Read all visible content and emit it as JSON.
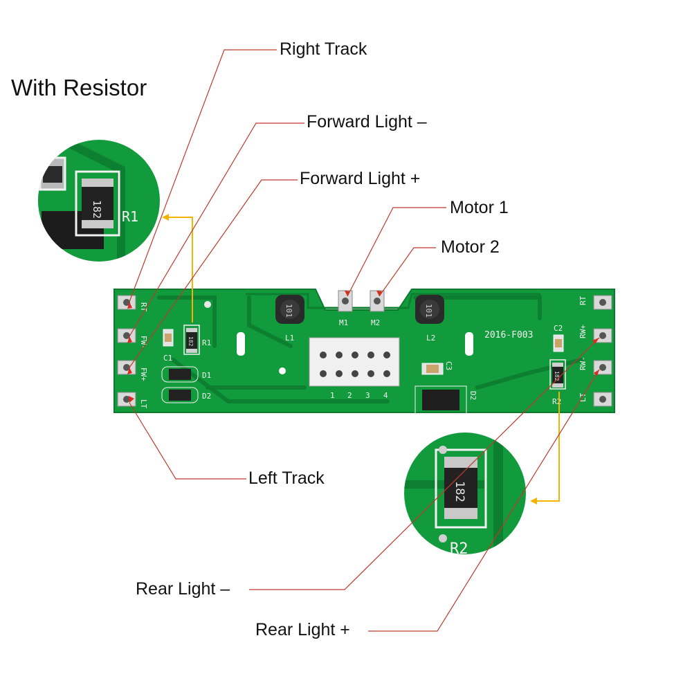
{
  "title": "With Resistor",
  "labels": {
    "right_track": "Right Track",
    "forward_light_minus": "Forward Light –",
    "forward_light_plus": "Forward Light +",
    "motor_1": "Motor 1",
    "motor_2": "Motor 2",
    "left_track": "Left Track",
    "rear_light_minus": "Rear Light –",
    "rear_light_plus": "Rear Light +"
  },
  "board": {
    "model": "2016-F003",
    "pads_left": [
      "RT",
      "FW-",
      "FW+",
      "LT"
    ],
    "pads_right": [
      "RT",
      "RW+",
      "RW-",
      "LT"
    ],
    "motor_pads": [
      "M1",
      "M2"
    ],
    "inductors": [
      "L1",
      "L2"
    ],
    "inductor_code": "101",
    "resistors": [
      "R1",
      "R2"
    ],
    "resistor_code": "182",
    "capacitors": [
      "C1",
      "C2",
      "C3"
    ],
    "diodes": [
      "D1",
      "D2",
      "D2"
    ],
    "connector_pins": [
      "1",
      "2",
      "3",
      "4"
    ]
  },
  "zoom_left": {
    "code": "182",
    "designator": "R1"
  },
  "zoom_right": {
    "code": "182",
    "designator": "R2"
  },
  "colors": {
    "pcb": "#129b3c",
    "pcb_dark": "#0c7f30",
    "callout_line": "#c0392b",
    "pointer_line": "#f2b400",
    "silkscreen": "#f2f2f2"
  }
}
